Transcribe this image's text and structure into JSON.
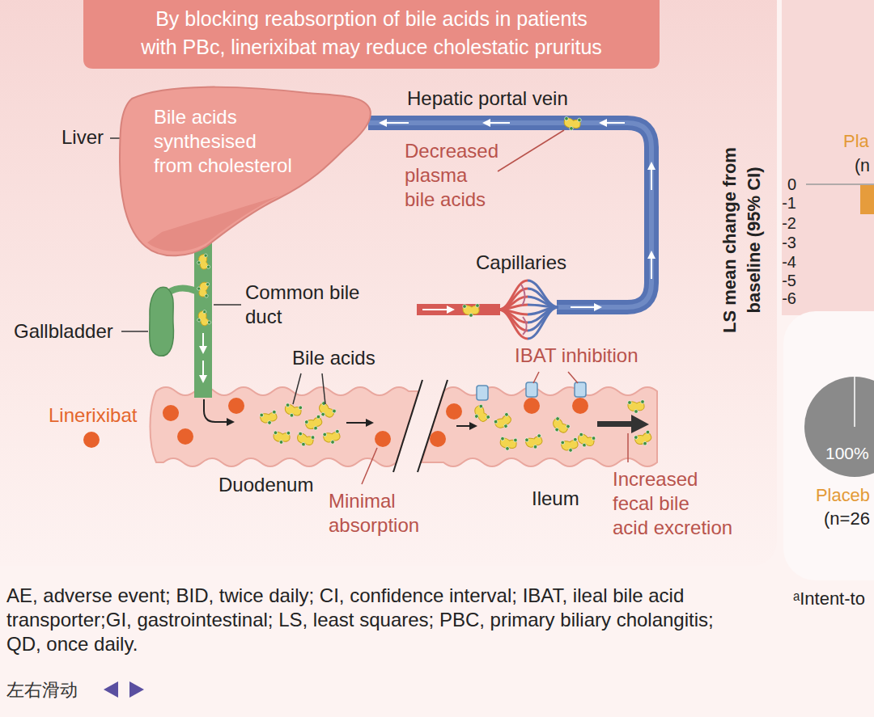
{
  "diagram": {
    "title": "By blocking reabsorption of bile acids in patients with PBc, linerixibat may reduce cholestatic pruritus",
    "caption": "AE, adverse event; BID, twice daily; CI, confidence interval; IBAT, ileal bile acid transporter;GI, gastrointestinal; LS, least squares; PBC, primary biliary cholangitis; QD, once daily.",
    "nodes": [
      {
        "text": [
          "Liver",
          "Bile acids synthesised from cholesterol"
        ]
      },
      {
        "text": [
          "100%"
        ]
      }
    ],
    "labels": [
      "Hepatic portal vein",
      "Decreased plasma bile acids",
      "Capillaries",
      "Common bile duct",
      "Gallbladder",
      "Bile acids",
      "IBAT inhibition",
      "Linerixibat",
      "Duodenum",
      "Minimal absorption",
      "Ileum",
      "Increased fecal bile acid excretion",
      "LS mean change from baseline (95% CI)",
      "Pla",
      "(n",
      "0",
      "-1",
      "-2",
      "-3",
      "-4",
      "-5",
      "-6",
      "Placeb",
      "(n=26",
      "ᵃIntent-to",
      "左右滑动"
    ]
  }
}
